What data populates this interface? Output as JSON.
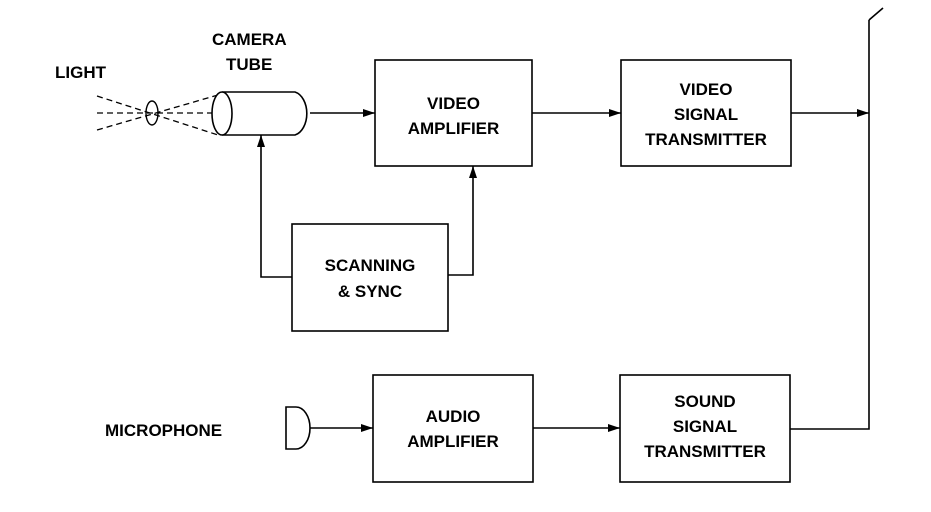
{
  "labels": {
    "light": "LIGHT",
    "camera_line1": "CAMERA",
    "camera_line2": "TUBE",
    "microphone": "MICROPHONE"
  },
  "blocks": {
    "video_amplifier": [
      "VIDEO",
      "AMPLIFIER"
    ],
    "video_transmitter": [
      "VIDEO",
      "SIGNAL",
      "TRANSMITTER"
    ],
    "scanning_sync": [
      "SCANNING",
      "& SYNC"
    ],
    "audio_amplifier": [
      "AUDIO",
      "AMPLIFIER"
    ],
    "sound_transmitter": [
      "SOUND",
      "SIGNAL",
      "TRANSMITTER"
    ]
  },
  "colors": {
    "ink": "#000000",
    "background": "#ffffff"
  }
}
